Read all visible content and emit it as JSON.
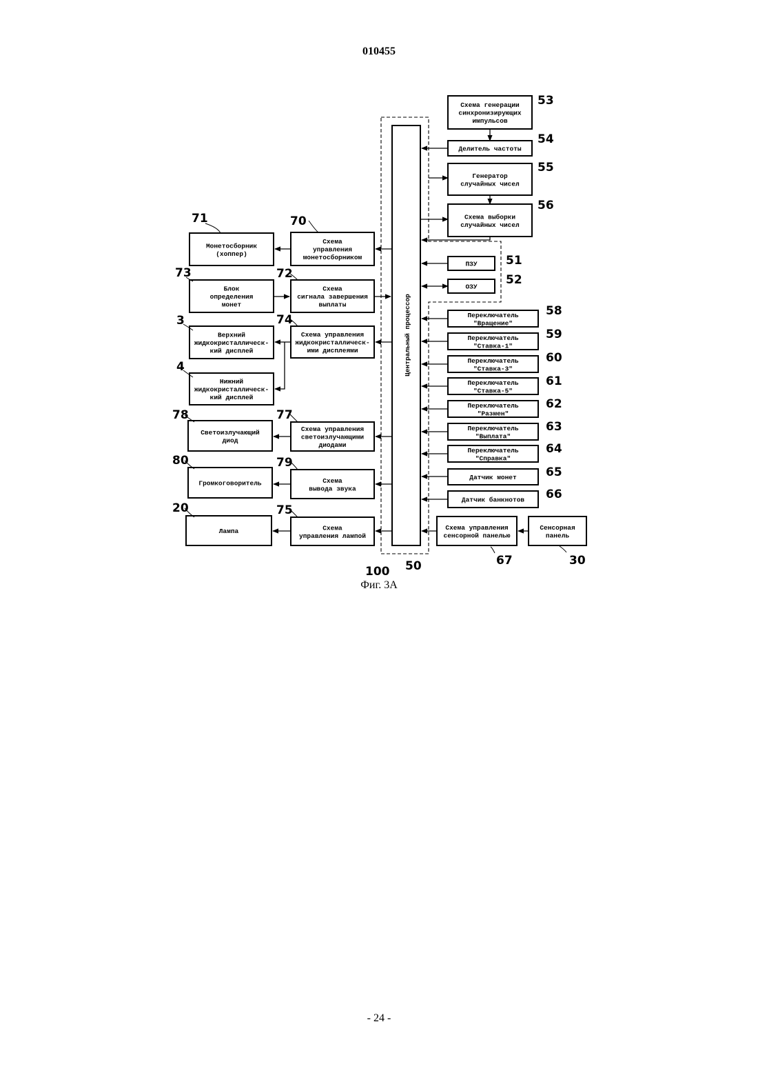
{
  "header": {
    "doc_number": "010455"
  },
  "footer": {
    "page_number": "- 24 -"
  },
  "figure": {
    "caption": "Фиг. 3А"
  },
  "cpu": {
    "label": "Центральный процессор",
    "ref": "50",
    "group_ref": "100"
  },
  "right_blocks": [
    {
      "id": "53",
      "lines": [
        "Схема генерации",
        "синхронизирующих",
        "импульсов"
      ]
    },
    {
      "id": "54",
      "lines": [
        "Делитель частоты"
      ]
    },
    {
      "id": "55",
      "lines": [
        "Генератор",
        "случайных чисел"
      ]
    },
    {
      "id": "56",
      "lines": [
        "Схема выборки",
        "случайных чисел"
      ]
    },
    {
      "id": "51",
      "lines": [
        "ПЗУ"
      ]
    },
    {
      "id": "52",
      "lines": [
        "ОЗУ"
      ]
    },
    {
      "id": "58",
      "lines": [
        "Переключатель",
        "\"Вращение\""
      ]
    },
    {
      "id": "59",
      "lines": [
        "Переключатель",
        "\"Ставка-1\""
      ]
    },
    {
      "id": "60",
      "lines": [
        "Переключатель",
        "\"Ставка-3\""
      ]
    },
    {
      "id": "61",
      "lines": [
        "Переключатель",
        "\"Ставка-5\""
      ]
    },
    {
      "id": "62",
      "lines": [
        "Переключатель",
        "\"Размен\""
      ]
    },
    {
      "id": "63",
      "lines": [
        "Переключатель",
        "\"Выплата\""
      ]
    },
    {
      "id": "64",
      "lines": [
        "Переключатель",
        "\"Справка\""
      ]
    },
    {
      "id": "65",
      "lines": [
        "Датчик монет"
      ]
    },
    {
      "id": "66",
      "lines": [
        "Датчик банкнотов"
      ]
    },
    {
      "id": "67",
      "lines": [
        "Схема управления",
        "сенсорной панелью"
      ]
    },
    {
      "id": "30",
      "lines": [
        "Сенсорная",
        "панель"
      ]
    }
  ],
  "left_controllers": [
    {
      "id": "70",
      "lines": [
        "Схема",
        "управления",
        "монетосборником"
      ]
    },
    {
      "id": "72",
      "lines": [
        "Схема",
        "сигнала завершения",
        "выплаты"
      ]
    },
    {
      "id": "74",
      "lines": [
        "Схема управления",
        "жидкокристаллическ-",
        "ими дисплеями"
      ]
    },
    {
      "id": "77",
      "lines": [
        "Схема управления",
        "светоизлучающими",
        "диодами"
      ]
    },
    {
      "id": "79",
      "lines": [
        "Схема",
        "вывода звука"
      ]
    },
    {
      "id": "75",
      "lines": [
        "Схема",
        "управления лампой"
      ]
    }
  ],
  "left_devices": [
    {
      "id": "71",
      "lines": [
        "Монетосборник",
        "(хоппер)"
      ]
    },
    {
      "id": "73",
      "lines": [
        "Блок",
        "определения",
        "монет"
      ]
    },
    {
      "id": "3",
      "lines": [
        "Верхний",
        "жидкокристаллическ-",
        "кий дисплей"
      ]
    },
    {
      "id": "4",
      "lines": [
        "Нижний",
        "жидкокристаллическ-",
        "кий дисплей"
      ]
    },
    {
      "id": "78",
      "lines": [
        "Светоизлучающий",
        "диод"
      ]
    },
    {
      "id": "80",
      "lines": [
        "Громкоговоритель"
      ]
    },
    {
      "id": "20",
      "lines": [
        "Лампа"
      ]
    }
  ]
}
